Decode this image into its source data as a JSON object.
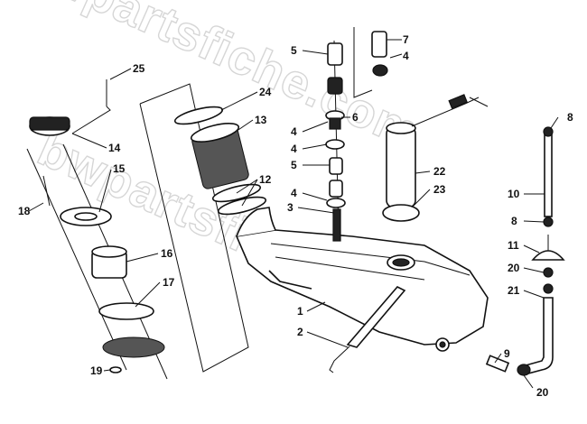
{
  "watermark": "bwpartsfiche.com",
  "callouts": {
    "c1": "1",
    "c2": "2",
    "c3": "3",
    "c4a": "4",
    "c4b": "4",
    "c4c": "4",
    "c4d": "4",
    "c5a": "5",
    "c5b": "5",
    "c5c": "5",
    "c6": "6",
    "c7": "7",
    "c8a": "8",
    "c8b": "8",
    "c9": "9",
    "c10": "10",
    "c11": "11",
    "c12": "12",
    "c13": "13",
    "c14": "14",
    "c15": "15",
    "c16": "16",
    "c17": "17",
    "c18": "18",
    "c19": "19",
    "c20a": "20",
    "c20b": "20",
    "c21": "21",
    "c22": "22",
    "c23": "23",
    "c24": "24",
    "c25": "25"
  }
}
